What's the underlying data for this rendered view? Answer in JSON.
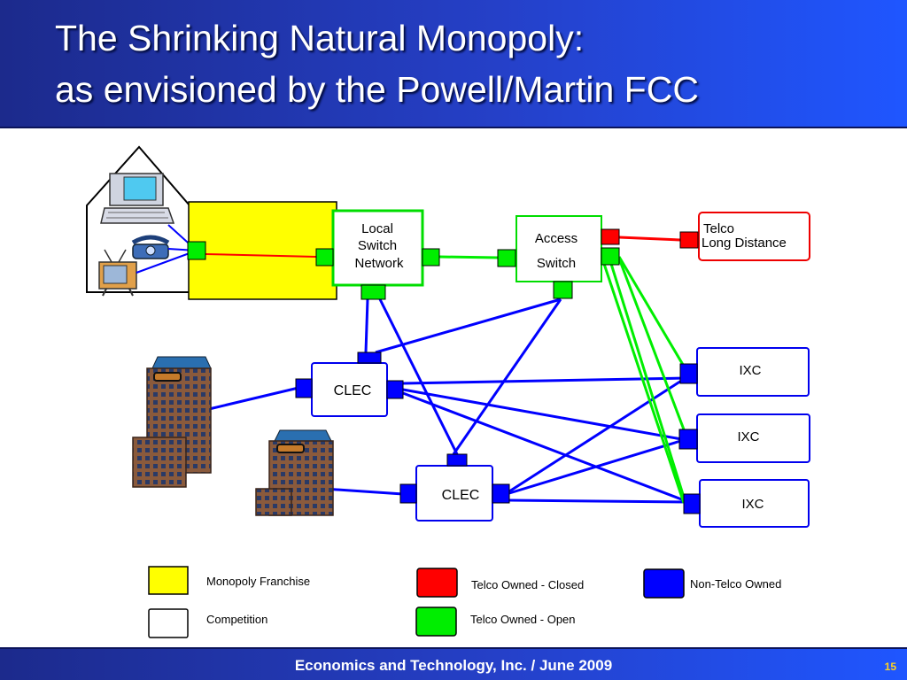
{
  "title": {
    "line1": "The Shrinking Natural Monopoly:",
    "line2": "as envisioned by the Powell/Martin FCC"
  },
  "nodes": {
    "local_switch": [
      "Local",
      "Switch",
      "Network"
    ],
    "access_switch": [
      "Access",
      "Switch"
    ],
    "telco_ld": [
      "Telco",
      "Long Distance"
    ],
    "clec_1": "CLEC",
    "clec_2": "CLEC",
    "ixc_1": "IXC",
    "ixc_2": "IXC",
    "ixc_3": "IXC"
  },
  "legend": {
    "monopoly": "Monopoly Franchise",
    "competition": "Competition",
    "telco_closed": "Telco Owned - Closed",
    "telco_open": "Telco Owned - Open",
    "non_telco": "Non-Telco Owned"
  },
  "colors": {
    "monopoly": "#ffff00",
    "competition": "#ffffff",
    "telco_closed": "#ff0000",
    "telco_open": "#00ee00",
    "non_telco": "#0000ff"
  },
  "footer": {
    "text": "Economics and Technology, Inc.  /  June 2009",
    "page": "15"
  }
}
